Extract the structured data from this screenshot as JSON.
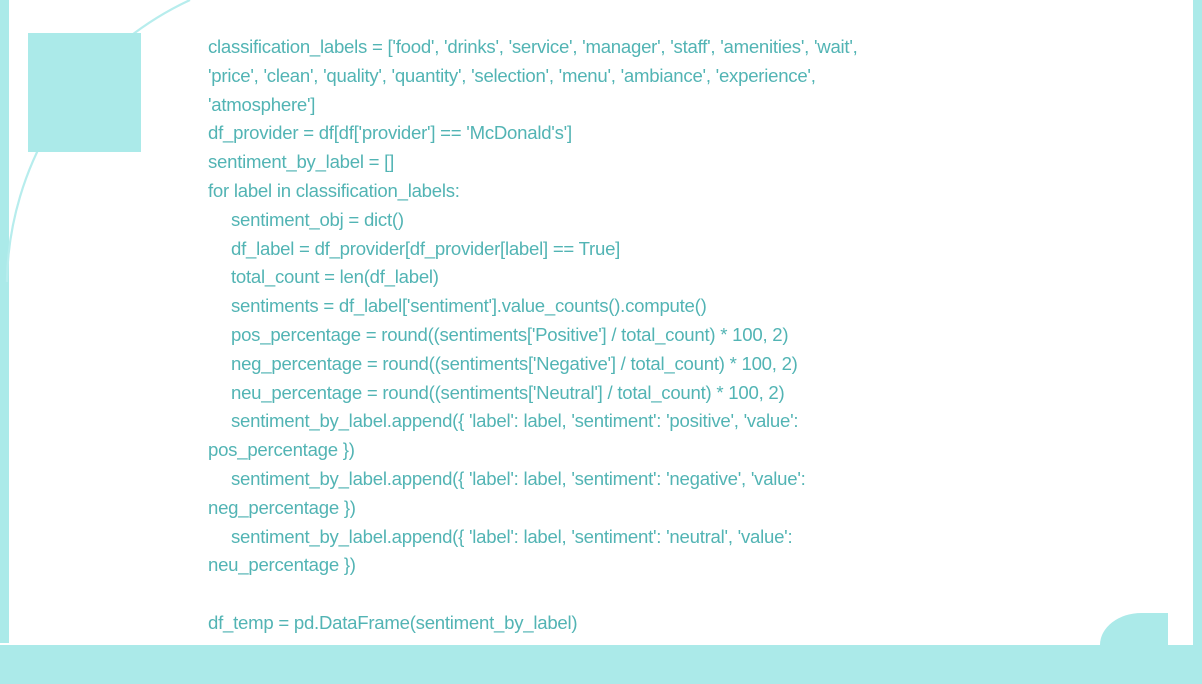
{
  "theme": {
    "accent": "#abeae9",
    "arc_stroke": "#b7eded",
    "code_color": "#52b4b4",
    "background": "#ffffff"
  },
  "code": {
    "lines": [
      {
        "indent": 0,
        "text": "classification_labels = ['food', 'drinks', 'service', 'manager', 'staff', 'amenities', 'wait',"
      },
      {
        "indent": 0,
        "text": "'price', 'clean', 'quality', 'quantity', 'selection', 'menu', 'ambiance', 'experience',"
      },
      {
        "indent": 0,
        "text": "'atmosphere']"
      },
      {
        "indent": 0,
        "text": "df_provider = df[df['provider'] == 'McDonald's']"
      },
      {
        "indent": 0,
        "text": "sentiment_by_label = []"
      },
      {
        "indent": 0,
        "text": "for label in classification_labels:"
      },
      {
        "indent": 1,
        "text": "sentiment_obj = dict()"
      },
      {
        "indent": 1,
        "text": "df_label = df_provider[df_provider[label] == True]"
      },
      {
        "indent": 1,
        "text": "total_count = len(df_label)"
      },
      {
        "indent": 1,
        "text": "sentiments = df_label['sentiment'].value_counts().compute()"
      },
      {
        "indent": 1,
        "text": "pos_percentage = round((sentiments['Positive'] / total_count) * 100, 2)"
      },
      {
        "indent": 1,
        "text": "neg_percentage = round((sentiments['Negative'] / total_count) * 100, 2)"
      },
      {
        "indent": 1,
        "text": "neu_percentage = round((sentiments['Neutral'] / total_count) * 100, 2)"
      },
      {
        "indent": 1,
        "text": "sentiment_by_label.append({ 'label': label, 'sentiment': 'positive', 'value':"
      },
      {
        "indent": 0,
        "text": "pos_percentage })"
      },
      {
        "indent": 1,
        "text": "sentiment_by_label.append({ 'label': label, 'sentiment': 'negative', 'value':"
      },
      {
        "indent": 0,
        "text": "neg_percentage })"
      },
      {
        "indent": 1,
        "text": "sentiment_by_label.append({ 'label': label, 'sentiment': 'neutral', 'value':"
      },
      {
        "indent": 0,
        "text": "neu_percentage })"
      },
      {
        "indent": 0,
        "text": ""
      },
      {
        "indent": 0,
        "text": "df_temp = pd.DataFrame(sentiment_by_label)"
      }
    ]
  }
}
